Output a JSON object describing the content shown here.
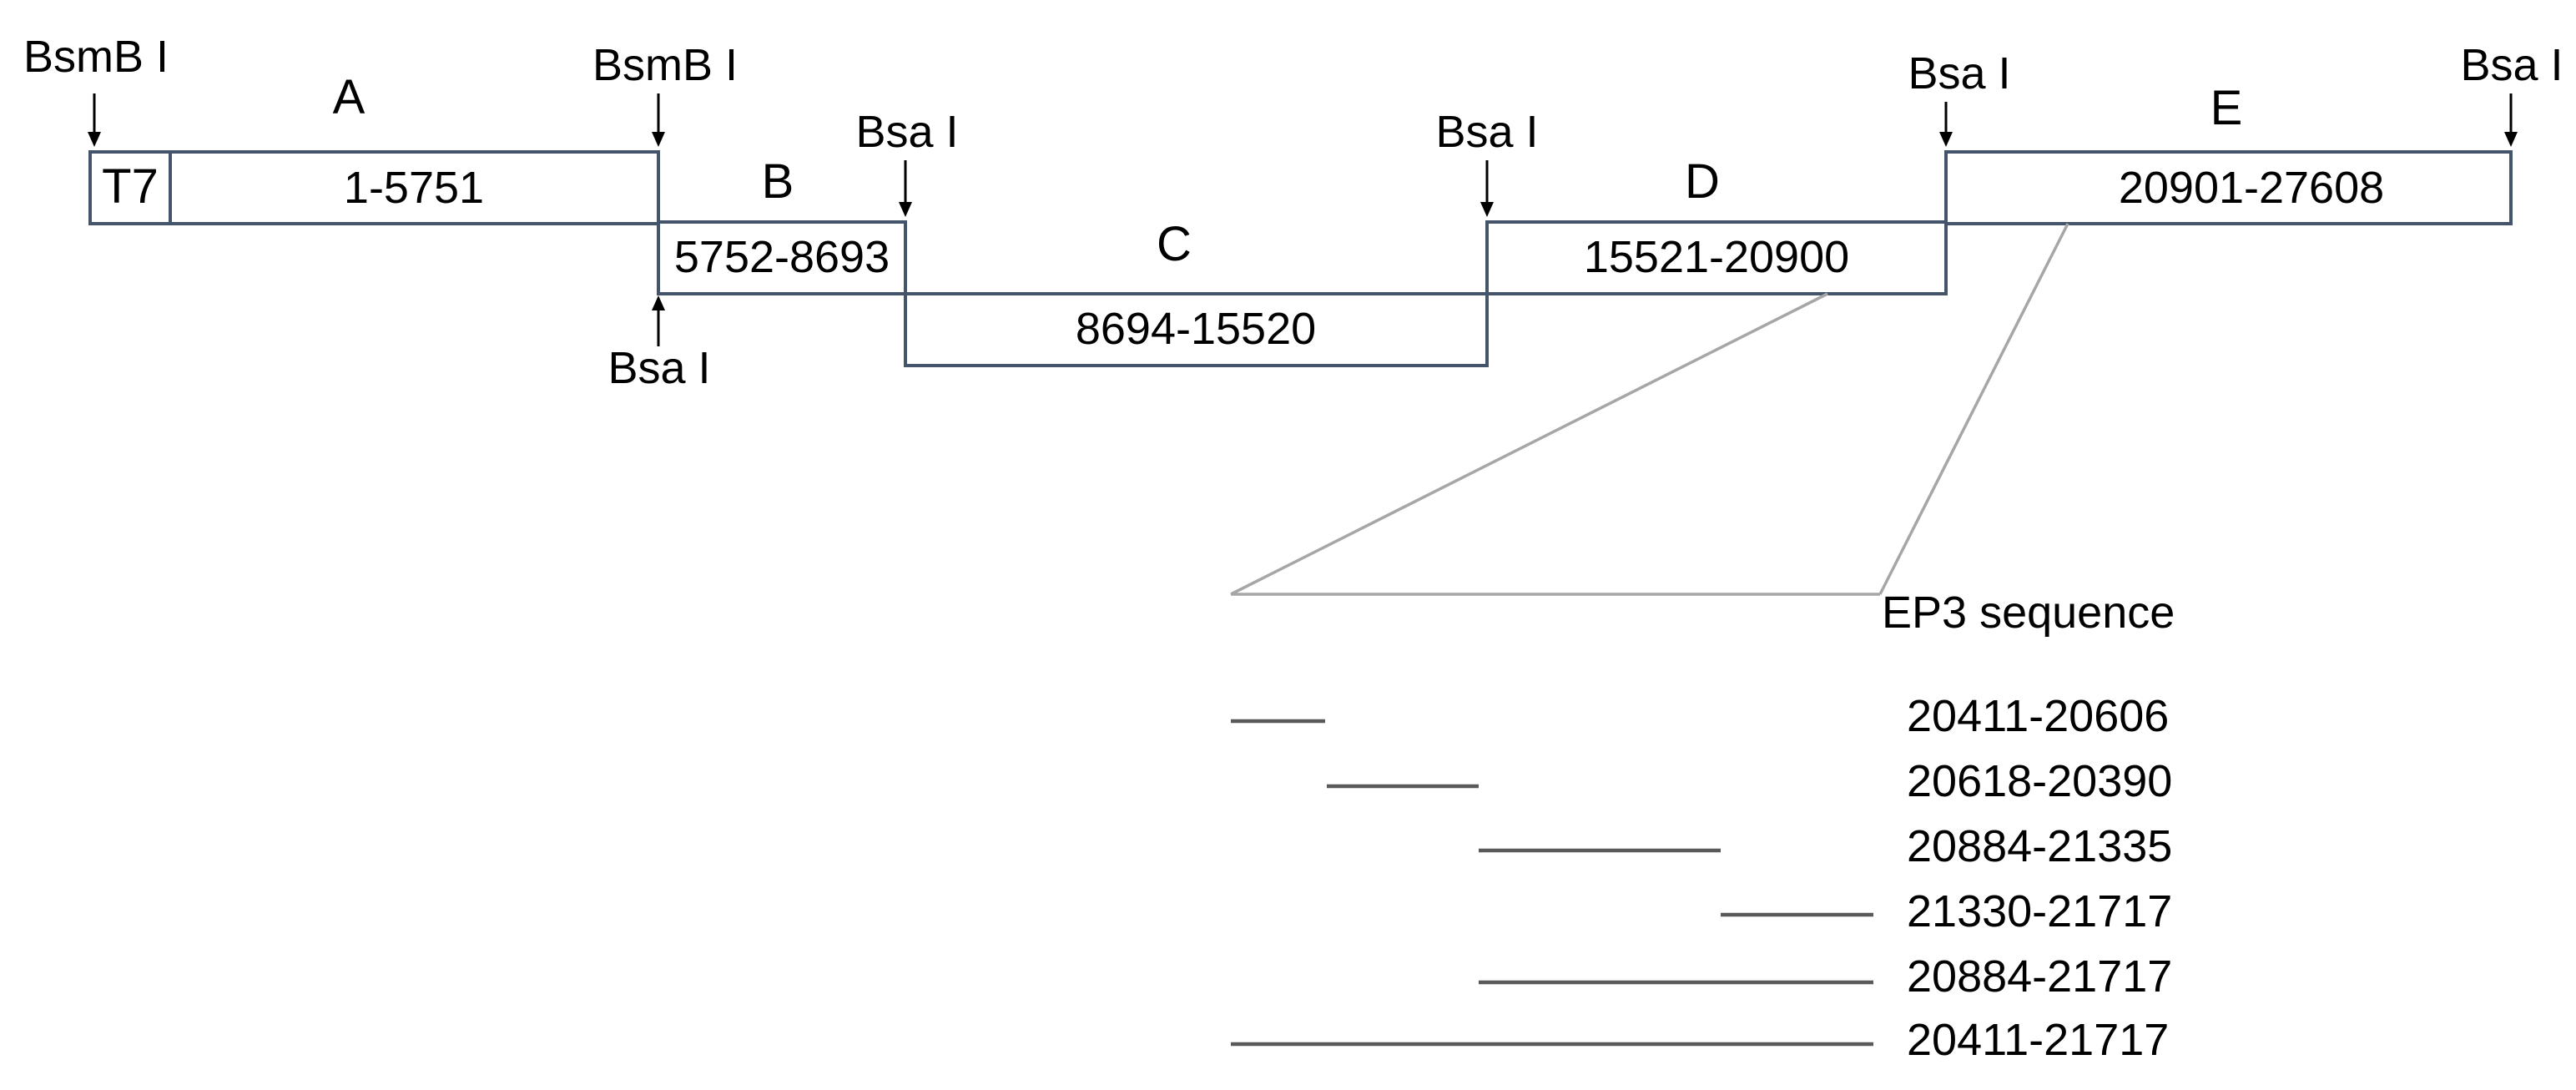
{
  "restriction_sites": [
    {
      "id": "bsmb1-left",
      "label": "BsmB I"
    },
    {
      "id": "bsmb1-ab",
      "label": "BsmB I"
    },
    {
      "id": "bsa1-bottom-b",
      "label": "Bsa I"
    },
    {
      "id": "bsa1-bc",
      "label": "Bsa I"
    },
    {
      "id": "bsa1-cd",
      "label": "Bsa I"
    },
    {
      "id": "bsa1-de",
      "label": "Bsa I"
    },
    {
      "id": "bsa1-right",
      "label": "Bsa I"
    }
  ],
  "promoter": {
    "label": "T7"
  },
  "fragments": [
    {
      "id": "A",
      "letter": "A",
      "range": "1-5751"
    },
    {
      "id": "B",
      "letter": "B",
      "range": "5752-8693"
    },
    {
      "id": "C",
      "letter": "C",
      "range": "8694-15520"
    },
    {
      "id": "D",
      "letter": "D",
      "range": "15521-20900"
    },
    {
      "id": "E",
      "letter": "E",
      "range": "20901-27608"
    }
  ],
  "ep3": {
    "caption": "EP3 sequence",
    "segments": [
      {
        "label": "20411-20606"
      },
      {
        "label": "20618-20390"
      },
      {
        "label": "20884-21335"
      },
      {
        "label": "21330-21717"
      },
      {
        "label": "20884-21717"
      },
      {
        "label": "20411-21717"
      }
    ]
  }
}
